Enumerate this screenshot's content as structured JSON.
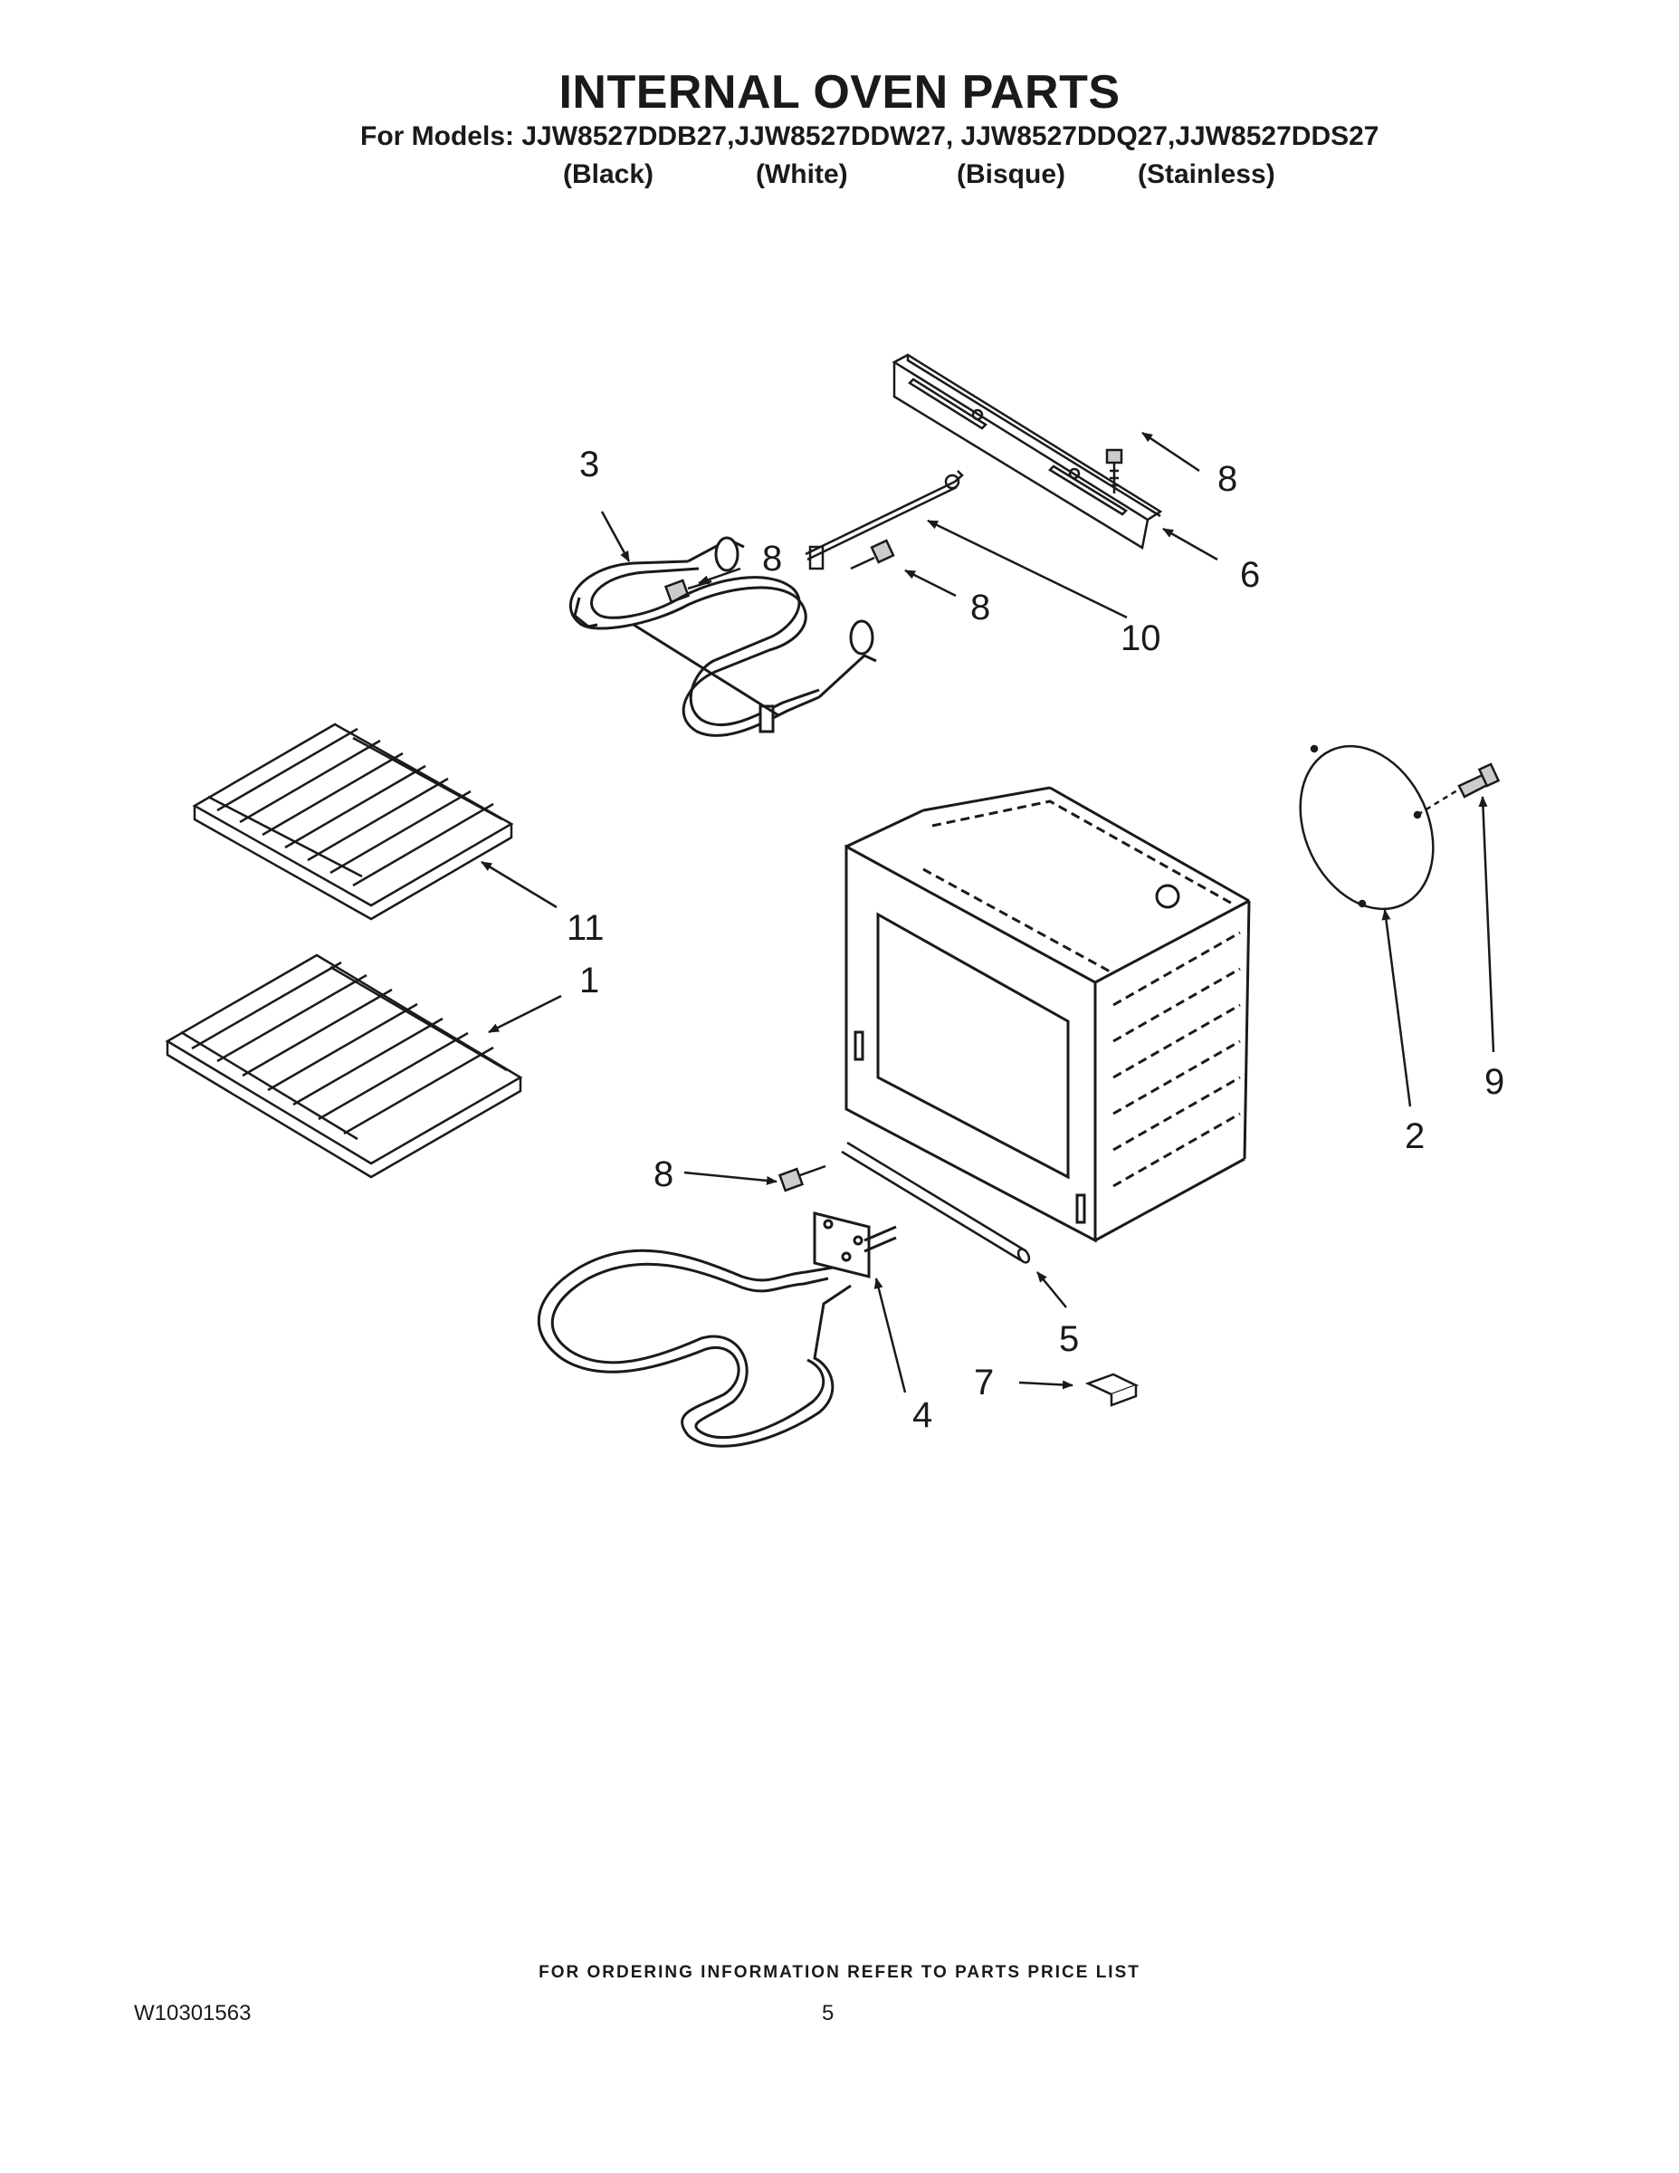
{
  "header": {
    "title": "INTERNAL OVEN PARTS",
    "models_line": "For Models: JJW8527DDB27,JJW8527DDW27, JJW8527DDQ27,JJW8527DDS27",
    "colors": [
      "(Black)",
      "(White)",
      "(Bisque)",
      "(Stainless)"
    ]
  },
  "callouts": {
    "c1": "1",
    "c2": "2",
    "c3": "3",
    "c4": "4",
    "c5": "5",
    "c6": "6",
    "c7": "7",
    "c8a": "8",
    "c8b": "8",
    "c8c": "8",
    "c8d": "8",
    "c9": "9",
    "c10": "10",
    "c11": "11"
  },
  "footer": {
    "note": "FOR ORDERING INFORMATION REFER TO PARTS PRICE LIST",
    "doc_number": "W10301563",
    "page_number": "5"
  }
}
